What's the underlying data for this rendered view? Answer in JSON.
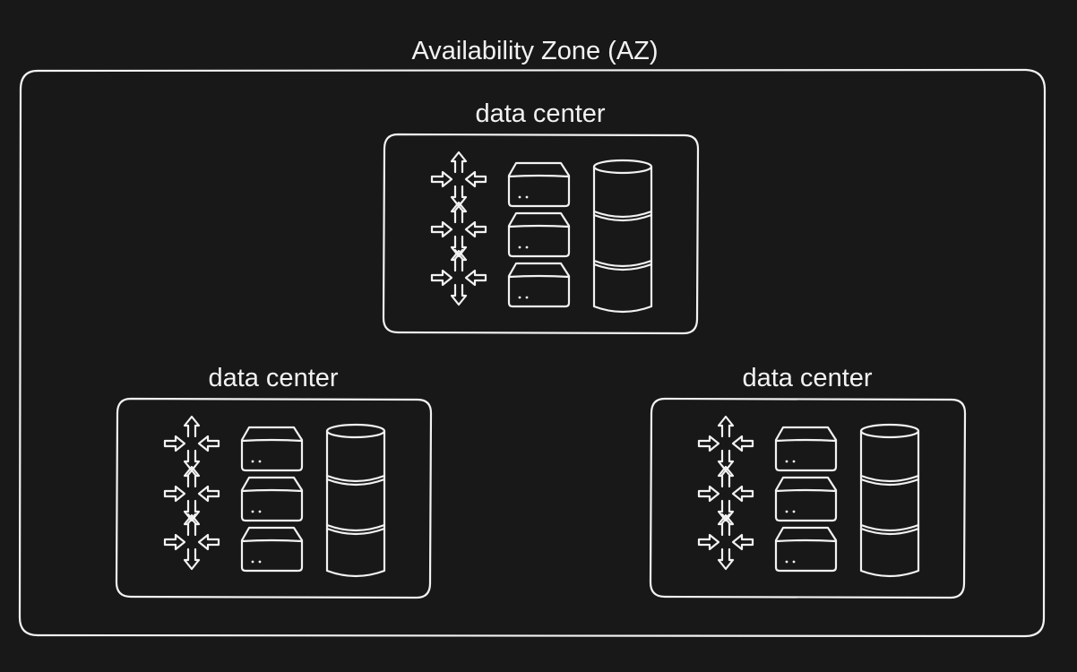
{
  "zone": {
    "title": "Availability Zone (AZ)"
  },
  "data_centers": [
    {
      "id": "dc-top",
      "title": "data center"
    },
    {
      "id": "dc-bottom-left",
      "title": "data center"
    },
    {
      "id": "dc-bottom-right",
      "title": "data center"
    }
  ],
  "icons": {
    "router": "router-icon",
    "server": "server-icon",
    "storage": "database-icon"
  },
  "colors": {
    "background": "#181818",
    "stroke": "#f2f2f2"
  }
}
